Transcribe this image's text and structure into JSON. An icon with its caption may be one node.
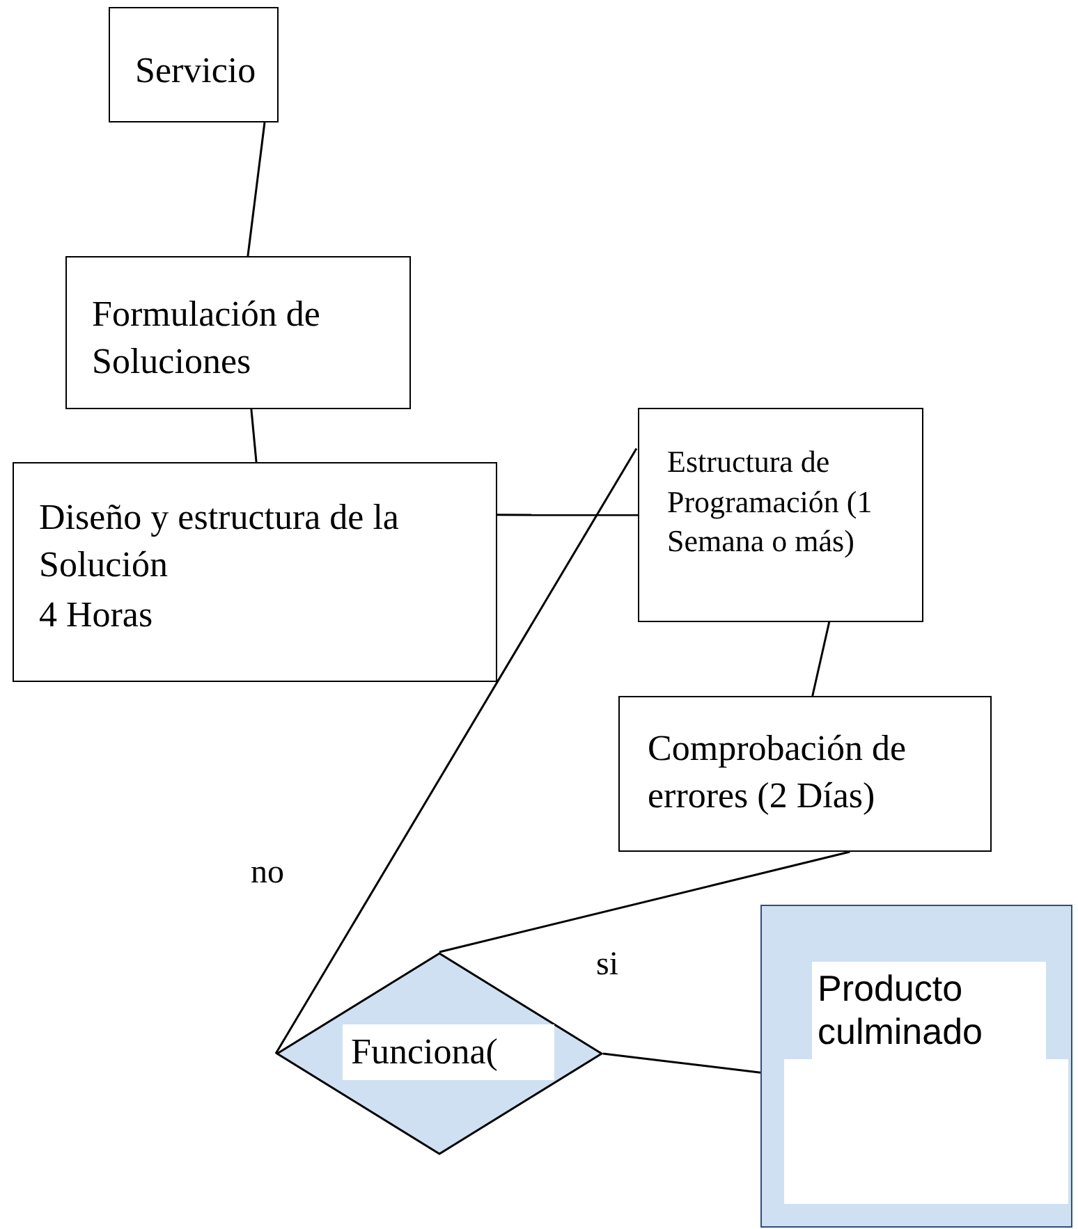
{
  "diagram": {
    "nodes": [
      {
        "text": [
          "Servicio"
        ]
      },
      {
        "text": [
          "Formulación de Soluciones"
        ]
      },
      {
        "text": [
          "Diseño y estructura de la Solución",
          "4 Horas"
        ]
      },
      {
        "text": [
          "Estructura de Programación (1 Semana o más)"
        ]
      },
      {
        "text": [
          "Comprobación de errores (2 Días)"
        ]
      },
      {
        "text": [
          "Funciona("
        ]
      },
      {
        "text": [
          "Producto culminado"
        ]
      }
    ],
    "edges": [
      {
        "from": 0,
        "to": 1,
        "arrow": "none"
      },
      {
        "from": 1,
        "to": 2,
        "arrow": "none"
      },
      {
        "from": 2,
        "to": 3,
        "arrow": "none"
      },
      {
        "from": 3,
        "to": 4,
        "arrow": "none"
      },
      {
        "from": 4,
        "to": 5,
        "arrow": "none"
      },
      {
        "from": 5,
        "to": 6,
        "arrow": "none",
        "label": "si"
      },
      {
        "from": 5,
        "to": 3,
        "arrow": "none",
        "label": "no"
      }
    ]
  }
}
